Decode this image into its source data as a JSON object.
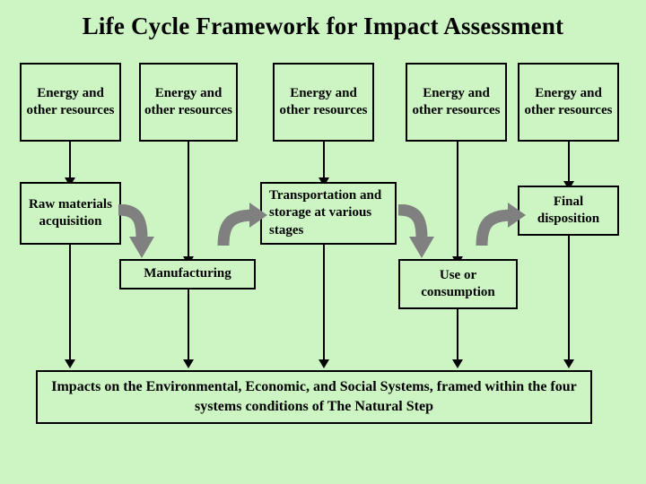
{
  "title": "Life Cycle Framework for Impact Assessment",
  "colors": {
    "background": "#cdf5c4",
    "box_border": "#000000",
    "text": "#000000",
    "curved_arrow": "#808080"
  },
  "energy_boxes": [
    {
      "label": "Energy and other resources"
    },
    {
      "label": "Energy and other resources"
    },
    {
      "label": "Energy and other resources"
    },
    {
      "label": "Energy and other resources"
    },
    {
      "label": "Energy and other resources"
    }
  ],
  "stage_boxes": [
    {
      "id": "raw-materials",
      "label": "Raw materials acquisition"
    },
    {
      "id": "manufacturing",
      "label": "Manufacturing"
    },
    {
      "id": "transportation",
      "label": "Transportation and storage at various stages"
    },
    {
      "id": "use-or-consumption",
      "label": "Use or consumption"
    },
    {
      "id": "final-disposition",
      "label": "Final disposition"
    }
  ],
  "impacts_box": {
    "label": "Impacts on the Environmental, Economic, and Social Systems, framed within the four systems conditions of The Natural Step"
  }
}
